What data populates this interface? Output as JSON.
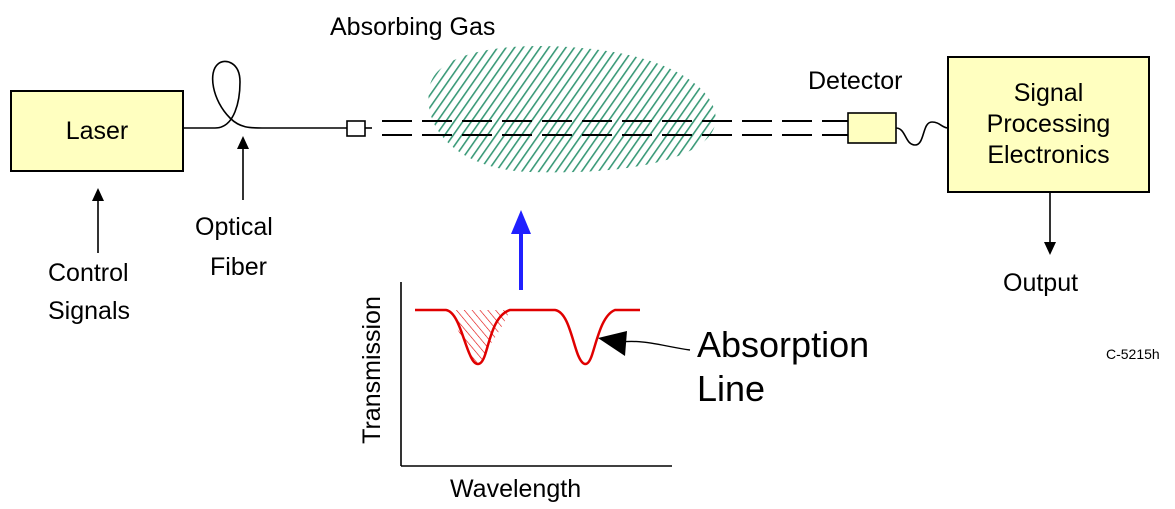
{
  "labels": {
    "absorbing_gas": "Absorbing Gas",
    "laser": "Laser",
    "control_signals_line1": "Control",
    "control_signals_line2": "Signals",
    "optical_fiber_line1": "Optical",
    "optical_fiber_line2": "Fiber",
    "detector": "Detector",
    "signal_processing_line1": "Signal",
    "signal_processing_line2": "Processing",
    "signal_processing_line3": "Electronics",
    "output": "Output",
    "absorption_line_line1": "Absorption",
    "absorption_line_line2": "Line",
    "figure_code": "C-5215h",
    "axis_transmission": "Transmission",
    "axis_wavelength": "Wavelength"
  },
  "colors": {
    "box_fill": "#ffffc0",
    "gas_hatch": "#3a9a78",
    "transmission_curve": "#e00000",
    "beam_arrow": "#2020ff"
  }
}
